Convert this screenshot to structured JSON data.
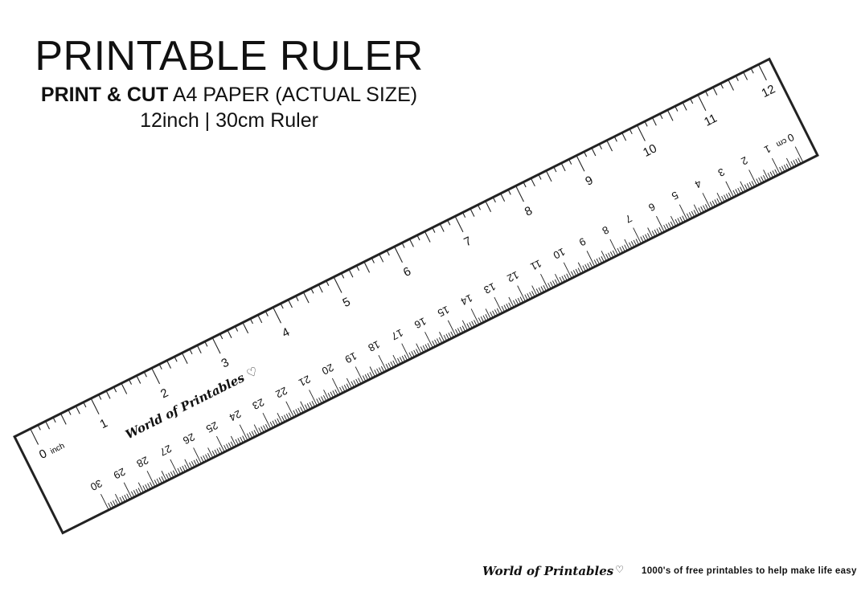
{
  "header": {
    "title": "PRINTABLE RULER",
    "subtitle_bold": "PRINT & CUT",
    "subtitle_rest": "A4 PAPER (ACTUAL SIZE)",
    "subline": "12inch | 30cm Ruler"
  },
  "ruler": {
    "inch_unit": "inch",
    "cm_unit": "cm",
    "inch_labels": [
      "0",
      "1",
      "2",
      "3",
      "4",
      "5",
      "6",
      "7",
      "8",
      "9",
      "10",
      "11",
      "12"
    ],
    "cm_labels": [
      "0",
      "1",
      "2",
      "3",
      "4",
      "5",
      "6",
      "7",
      "8",
      "9",
      "10",
      "11",
      "12",
      "13",
      "14",
      "15",
      "16",
      "17",
      "18",
      "19",
      "20",
      "21",
      "22",
      "23",
      "24",
      "25",
      "26",
      "27",
      "28",
      "29",
      "30"
    ],
    "logo_text": "World of Printables",
    "logo_heart": "♡",
    "border_color": "#222222",
    "tick_color": "#222222"
  },
  "footer": {
    "logo_text": "World of Printables",
    "logo_heart": "♡",
    "tagline": "1000's of free printables to help make life easy"
  }
}
